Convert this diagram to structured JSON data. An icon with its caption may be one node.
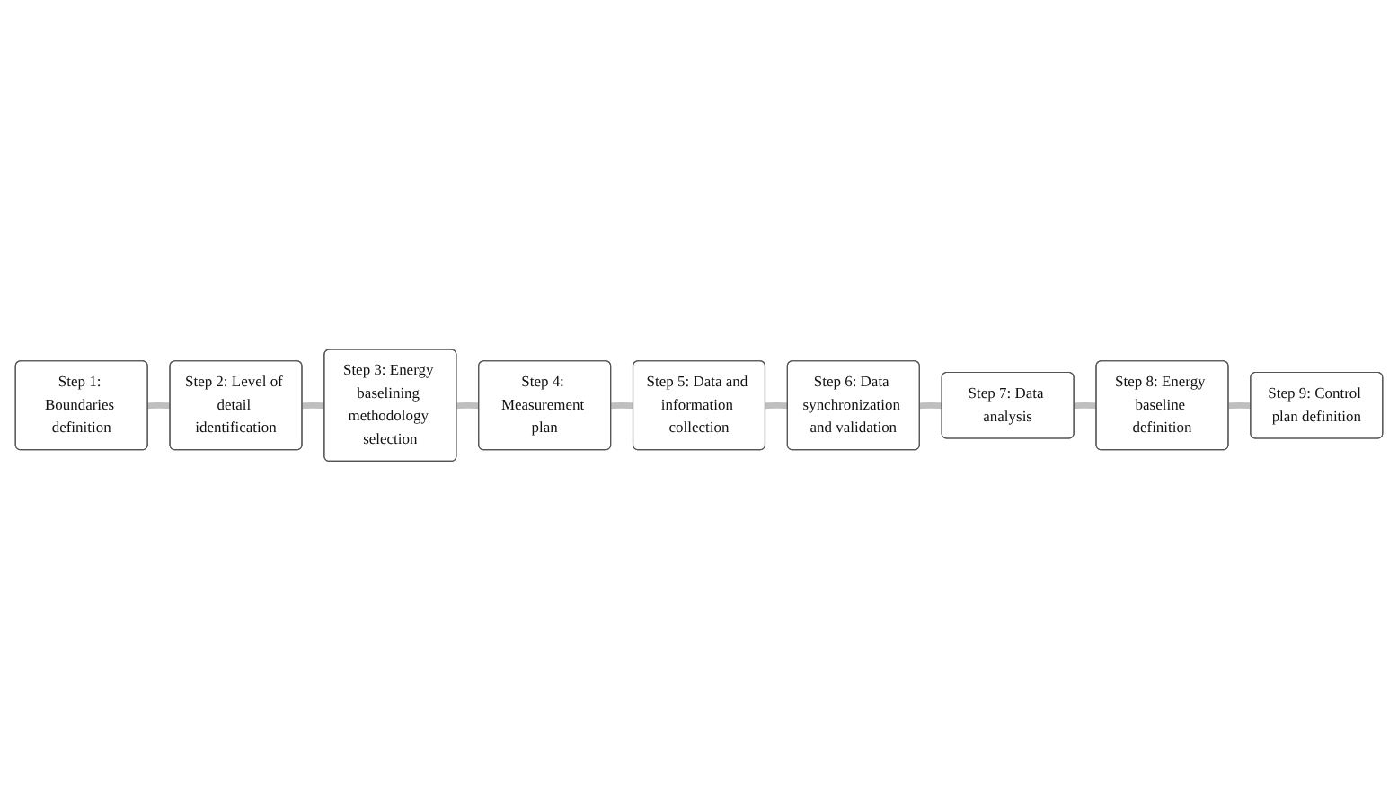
{
  "diagram": {
    "nodes": [
      {
        "text": [
          "Step 1: Boundaries definition"
        ]
      },
      {
        "text": [
          "Step 2: Level of detail identification"
        ]
      },
      {
        "text": [
          "Step 3: Energy baselining methodology selection"
        ]
      },
      {
        "text": [
          "Step 4: Measurement plan"
        ]
      },
      {
        "text": [
          "Step 5: Data and information collection"
        ]
      },
      {
        "text": [
          "Step 6: Data synchronization and validation"
        ]
      },
      {
        "text": [
          "Step 7: Data analysis"
        ]
      },
      {
        "text": [
          "Step 8: Energy baseline definition"
        ]
      },
      {
        "text": [
          "Step 9: Control plan definition"
        ]
      }
    ],
    "edges": [
      {
        "from": 0,
        "to": 1,
        "arrow": "none"
      },
      {
        "from": 1,
        "to": 2,
        "arrow": "none"
      },
      {
        "from": 2,
        "to": 3,
        "arrow": "none"
      },
      {
        "from": 3,
        "to": 4,
        "arrow": "none"
      },
      {
        "from": 4,
        "to": 5,
        "arrow": "none"
      },
      {
        "from": 5,
        "to": 6,
        "arrow": "none"
      },
      {
        "from": 6,
        "to": 7,
        "arrow": "none"
      },
      {
        "from": 7,
        "to": 8,
        "arrow": "none"
      }
    ]
  }
}
